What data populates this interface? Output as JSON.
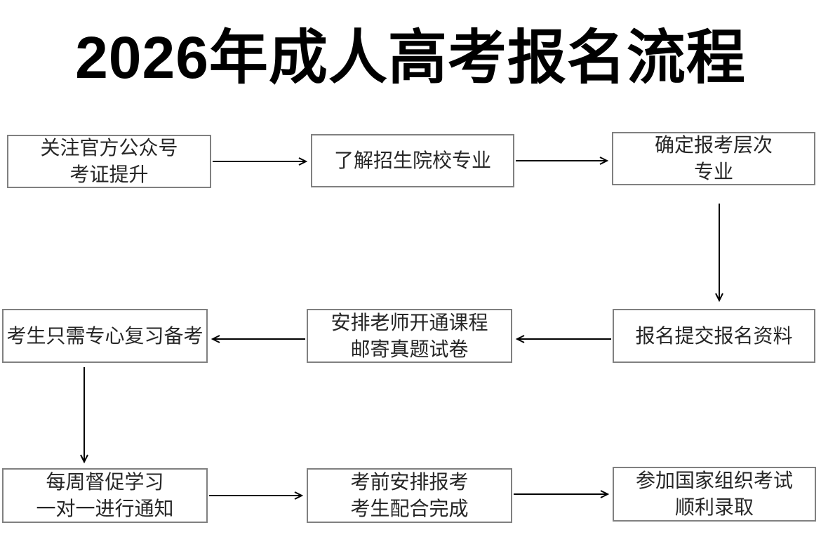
{
  "title": "2026年成人高考报名流程",
  "flowchart": {
    "nodes": [
      {
        "id": "follow-official-account",
        "text": "关注官方公众号\n考证提升"
      },
      {
        "id": "learn-school-majors",
        "text": "了解招生院校专业"
      },
      {
        "id": "confirm-level-major",
        "text": "确定报考层次\n专业"
      },
      {
        "id": "submit-materials",
        "text": "报名提交报名资料"
      },
      {
        "id": "teacher-course-papers",
        "text": "安排老师开通课程\n邮寄真题试卷"
      },
      {
        "id": "focus-on-review",
        "text": "考生只需专心复习备考"
      },
      {
        "id": "weekly-supervision",
        "text": "每周督促学习\n一对一进行通知"
      },
      {
        "id": "pre-exam-arrangement",
        "text": "考前安排报考\n考生配合完成"
      },
      {
        "id": "take-exam-admission",
        "text": "参加国家组织考试\n顺利录取"
      }
    ],
    "edges": [
      {
        "from": "follow-official-account",
        "to": "learn-school-majors",
        "direction": "right"
      },
      {
        "from": "learn-school-majors",
        "to": "confirm-level-major",
        "direction": "right"
      },
      {
        "from": "confirm-level-major",
        "to": "submit-materials",
        "direction": "down"
      },
      {
        "from": "submit-materials",
        "to": "teacher-course-papers",
        "direction": "left"
      },
      {
        "from": "teacher-course-papers",
        "to": "focus-on-review",
        "direction": "left"
      },
      {
        "from": "focus-on-review",
        "to": "weekly-supervision",
        "direction": "down"
      },
      {
        "from": "weekly-supervision",
        "to": "pre-exam-arrangement",
        "direction": "right"
      },
      {
        "from": "pre-exam-arrangement",
        "to": "take-exam-admission",
        "direction": "right"
      }
    ]
  },
  "colors": {
    "background": "#ffffff",
    "title_text": "#000000",
    "node_border": "#808080",
    "node_text": "#262626",
    "arrow": "#000000"
  }
}
